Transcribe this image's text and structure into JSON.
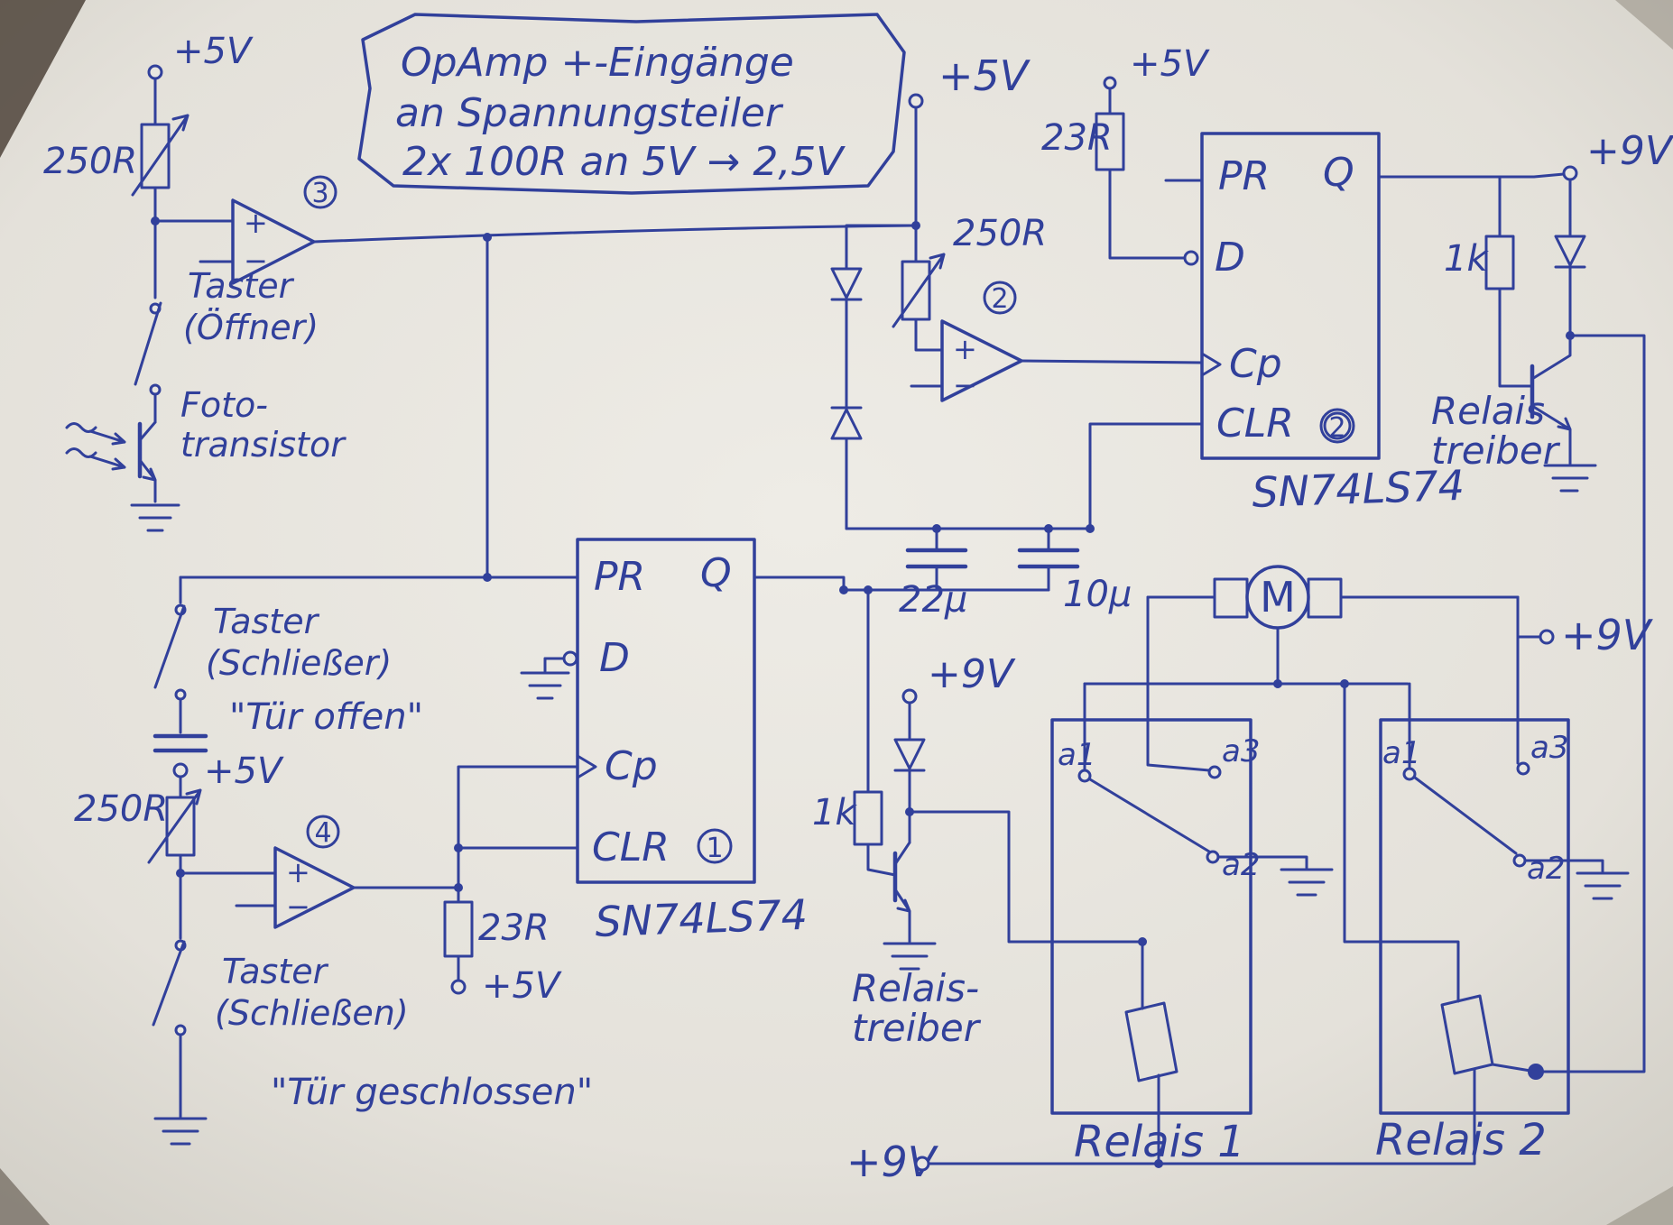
{
  "note": {
    "line1": "OpAmp +-Eingänge",
    "line2": "an Spannungsteiler",
    "line3": "2x 100R an 5V → 2,5V"
  },
  "supplies": {
    "v5": "+5V",
    "v9": "+9V"
  },
  "parts": {
    "pot": "250R",
    "r23": "23R",
    "r1k": "1k",
    "c22": "22μ",
    "c10": "10μ",
    "ic": "SN74LS74",
    "motor": "M"
  },
  "ff": {
    "pr": "PR",
    "q": "Q",
    "d": "D",
    "cp": "Cp",
    "clr": "CLR"
  },
  "opamp": {
    "plus": "+",
    "minus": "−"
  },
  "circled": {
    "n1": "1",
    "n2": "2",
    "n3": "3",
    "n4": "4"
  },
  "sw": {
    "taster": "Taster",
    "oeffner": "(Öffner)",
    "schliesser": "(Schließer)",
    "schliessen": "(Schließen)",
    "foto1": "Foto-",
    "foto2": "transistor",
    "tuer_offen": "\"Tür offen\"",
    "tuer_zu": "\"Tür geschlossen\""
  },
  "driver": {
    "relais_dash": "Relais-",
    "relais": "Relais",
    "treiber": "treiber"
  },
  "relay": {
    "r1": "Relais 1",
    "r2": "Relais 2",
    "a1": "a1",
    "a2": "a2",
    "a3": "a3"
  }
}
